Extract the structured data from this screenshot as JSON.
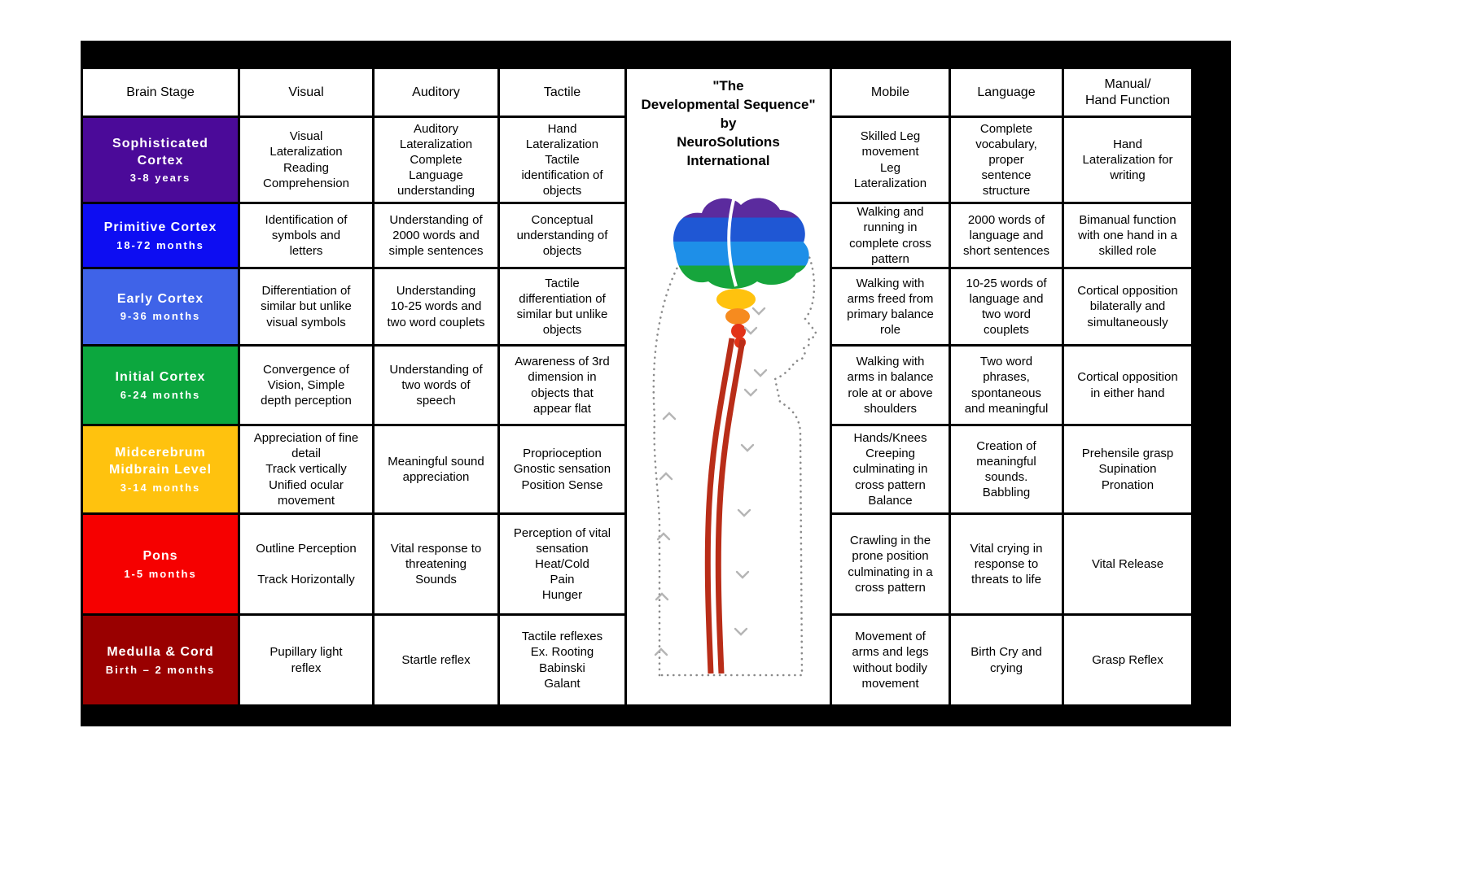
{
  "center": {
    "title": "\"The\nDevelopmental Sequence\"\nby\nNeuroSolutions\nInternational"
  },
  "table": {
    "headers": [
      "Brain Stage",
      "Visual",
      "Auditory",
      "Tactile",
      "Mobile",
      "Language",
      "Manual/\nHand Function"
    ],
    "rows": [
      {
        "stage": {
          "name": "Sophisticated\nCortex",
          "age": "3-8 years",
          "color": "#4b0a99"
        },
        "visual": "Visual\nLateralization\nReading\nComprehension",
        "auditory": "Auditory\nLateralization\nComplete\nLanguage\nunderstanding",
        "tactile": "Hand\nLateralization\nTactile\nidentification of\nobjects",
        "mobile": "Skilled Leg\nmovement\nLeg\nLateralization",
        "language": "Complete\nvocabulary,\nproper\nsentence\nstructure",
        "manual": "Hand\nLateralization for\nwriting"
      },
      {
        "stage": {
          "name": "Primitive Cortex",
          "age": "18-72 months",
          "color": "#0d0df2"
        },
        "visual": "Identification of\nsymbols and\nletters",
        "auditory": "Understanding of\n2000 words and\nsimple sentences",
        "tactile": "Conceptual\nunderstanding of\nobjects",
        "mobile": "Walking and\nrunning in\ncomplete cross\npattern",
        "language": "2000 words of\nlanguage and\nshort sentences",
        "manual": "Bimanual function\nwith one hand in a\nskilled role"
      },
      {
        "stage": {
          "name": "Early Cortex",
          "age": "9-36 months",
          "color": "#3f63e8"
        },
        "visual": "Differentiation of\nsimilar but unlike\nvisual symbols",
        "auditory": "Understanding\n10-25 words and\ntwo word couplets",
        "tactile": "Tactile\ndifferentiation of\nsimilar but unlike\nobjects",
        "mobile": "Walking with\narms freed from\nprimary balance\nrole",
        "language": "10-25 words of\nlanguage and\ntwo word\ncouplets",
        "manual": "Cortical opposition\nbilaterally and\nsimultaneously"
      },
      {
        "stage": {
          "name": "Initial Cortex",
          "age": "6-24 months",
          "color": "#0ca73e"
        },
        "visual": "Convergence of\nVision, Simple\ndepth perception",
        "auditory": "Understanding of\ntwo words of\nspeech",
        "tactile": "Awareness of 3rd\ndimension in\nobjects that\nappear flat",
        "mobile": "Walking with\narms in balance\nrole at or above\nshoulders",
        "language": "Two word\nphrases,\nspontaneous\nand meaningful",
        "manual": "Cortical opposition\nin either hand"
      },
      {
        "stage": {
          "name": "Midcerebrum\nMidbrain Level",
          "age": "3-14 months",
          "color": "#ffc20e"
        },
        "visual": "Appreciation of fine\ndetail\nTrack vertically\nUnified ocular\nmovement",
        "auditory": "Meaningful sound\nappreciation",
        "tactile": "Proprioception\nGnostic sensation\nPosition Sense",
        "mobile": "Hands/Knees\nCreeping\nculminating in\ncross pattern\nBalance",
        "language": "Creation of\nmeaningful\nsounds.\nBabbling",
        "manual": "Prehensile grasp\nSupination\nPronation"
      },
      {
        "stage": {
          "name": "Pons",
          "age": "1-5 months",
          "color": "#f60000"
        },
        "visual": "Outline Perception\n\nTrack Horizontally",
        "auditory": "Vital response to\nthreatening\nSounds",
        "tactile": "Perception of vital\nsensation\nHeat/Cold\nPain\nHunger",
        "mobile": "Crawling in the\nprone position\nculminating in a\ncross pattern",
        "language": "Vital crying in\nresponse to\nthreats to life",
        "manual": "Vital Release"
      },
      {
        "stage": {
          "name": "Medulla & Cord",
          "age": "Birth – 2 months",
          "color": "#990000"
        },
        "visual": "Pupillary light\nreflex",
        "auditory": "Startle reflex",
        "tactile": "Tactile reflexes\nEx. Rooting\nBabinski\nGalant",
        "mobile": "Movement of\narms and legs\nwithout bodily\nmovement",
        "language": "Birth Cry and\ncrying",
        "manual": "Grasp Reflex"
      }
    ]
  },
  "figure": {
    "bands": [
      "#5b2b9e",
      "#1f57d4",
      "#1e8fe8",
      "#16a53c"
    ],
    "midbrain": "#ffc20e",
    "pons": "#f68b1f",
    "medulla": "#e23318",
    "cord": "#b92d18",
    "outline": "#8a8a8a",
    "chevron": "#b5b5b5"
  }
}
